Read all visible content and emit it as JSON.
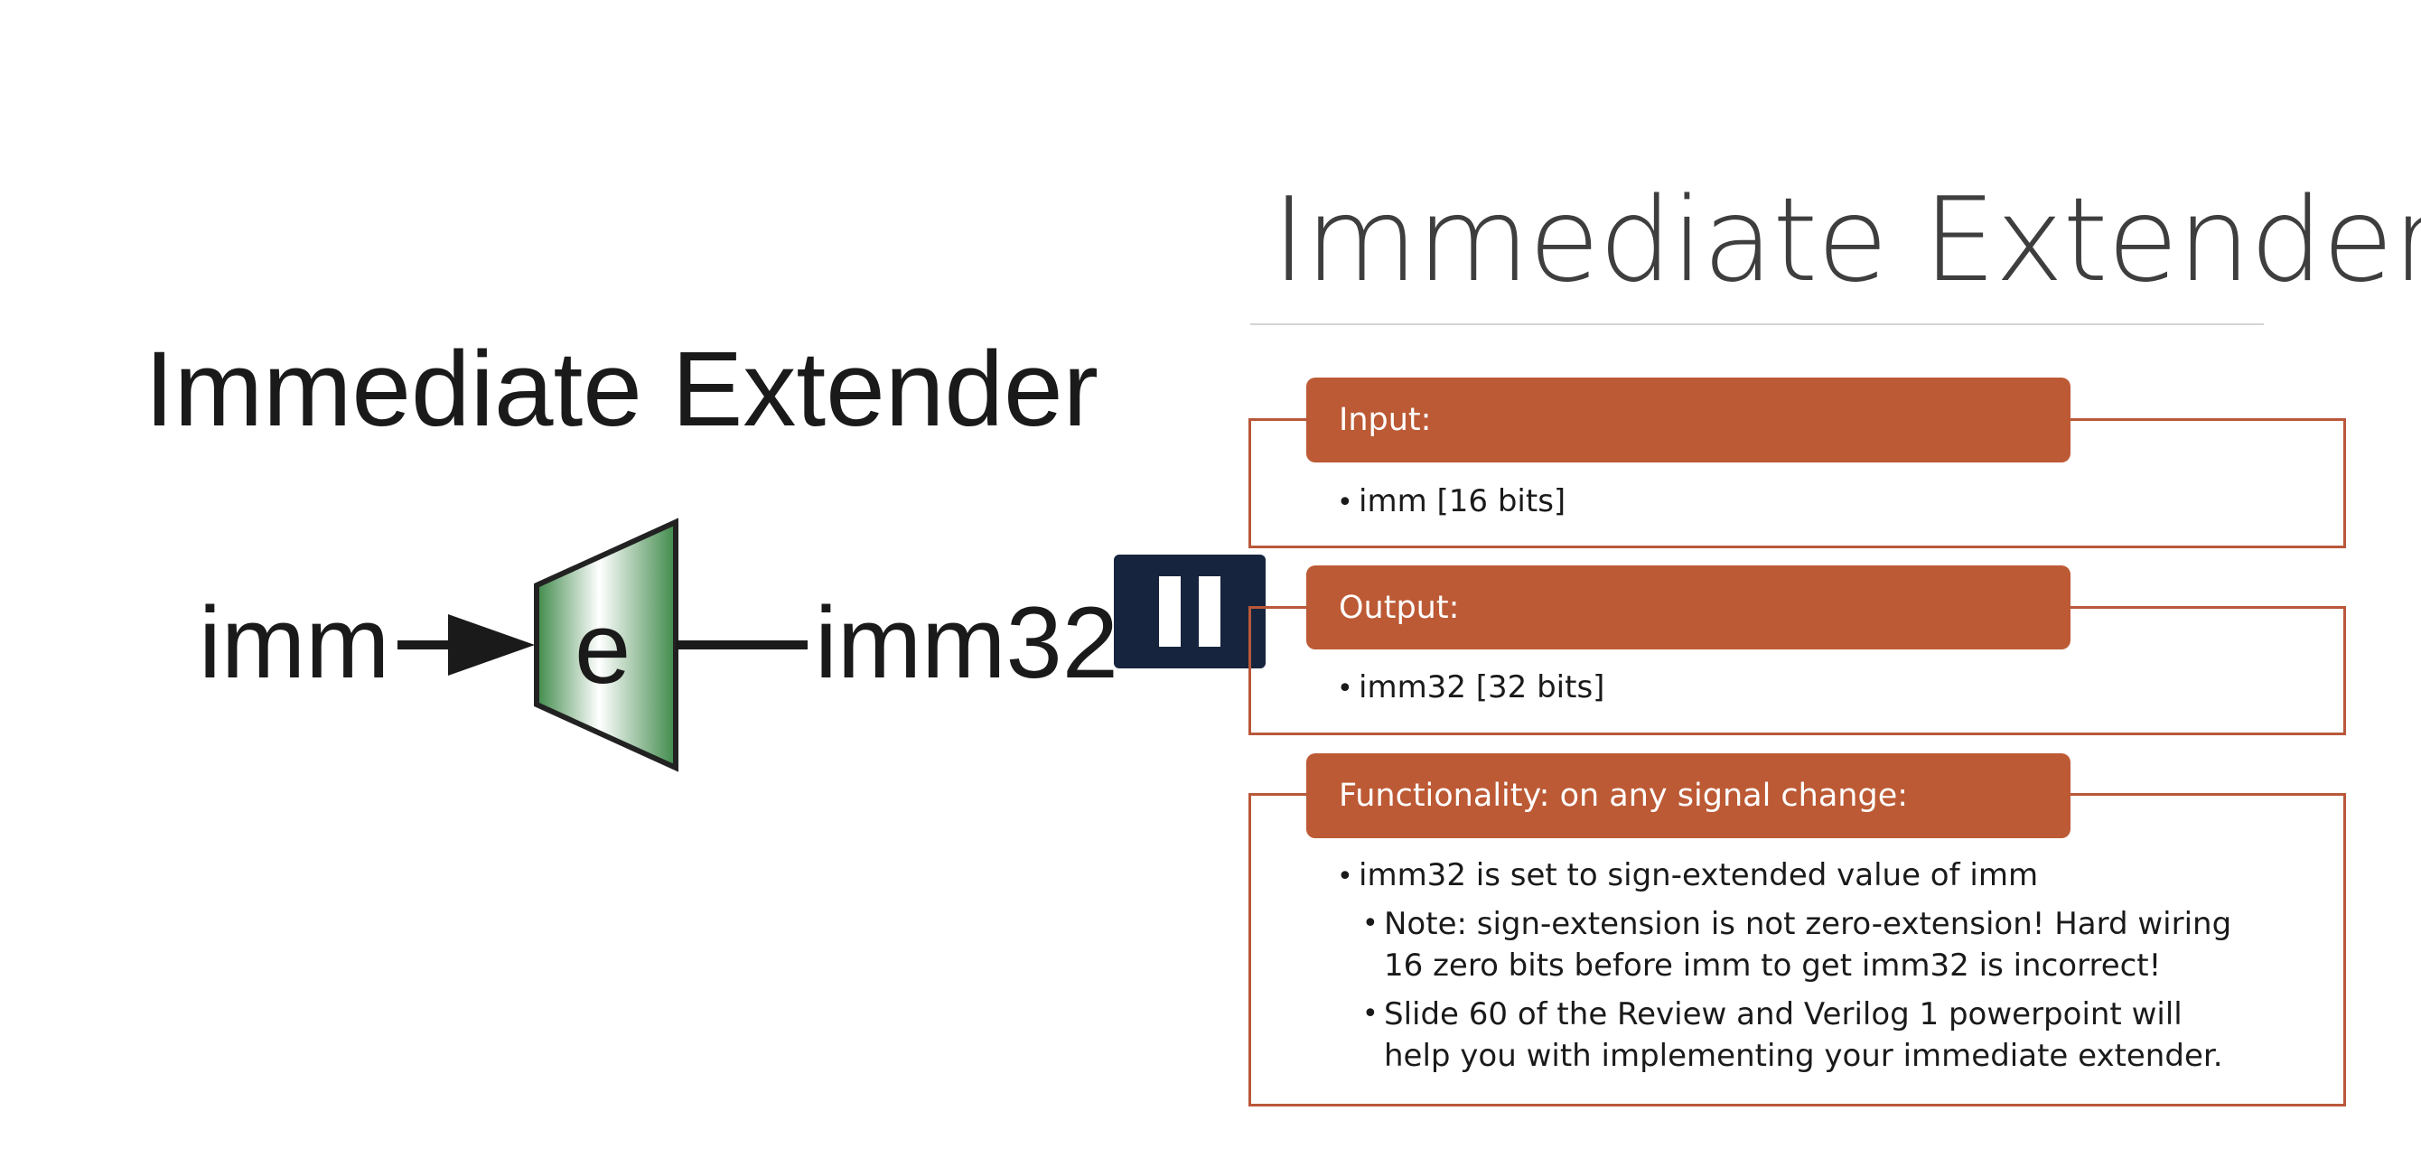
{
  "diagram": {
    "title": "Immediate Extender",
    "input_label": "imm",
    "block_label": "e",
    "output_label": "imm32",
    "block_gradient": [
      "#3f8a4a",
      "#ffffff"
    ]
  },
  "player": {
    "pause_icon": "pause-icon"
  },
  "slide": {
    "title": "Immediate Extender",
    "accent_color": "#bc5a35",
    "sections": [
      {
        "header": "Input:",
        "bullets": [
          "imm [16 bits]"
        ]
      },
      {
        "header": "Output:",
        "bullets": [
          "imm32 [32 bits]"
        ]
      },
      {
        "header": "Functionality: on any signal change:",
        "bullets": [
          "imm32 is set to sign-extended value of imm"
        ],
        "sub_bullets": [
          {
            "lines": [
              "Note: sign-extension is not zero-extension! Hard wiring",
              "16 zero bits before imm to get imm32 is incorrect!"
            ]
          },
          {
            "lines": [
              "Slide 60 of the Review and Verilog 1 powerpoint will",
              "help you with implementing your immediate extender."
            ]
          }
        ]
      }
    ]
  }
}
